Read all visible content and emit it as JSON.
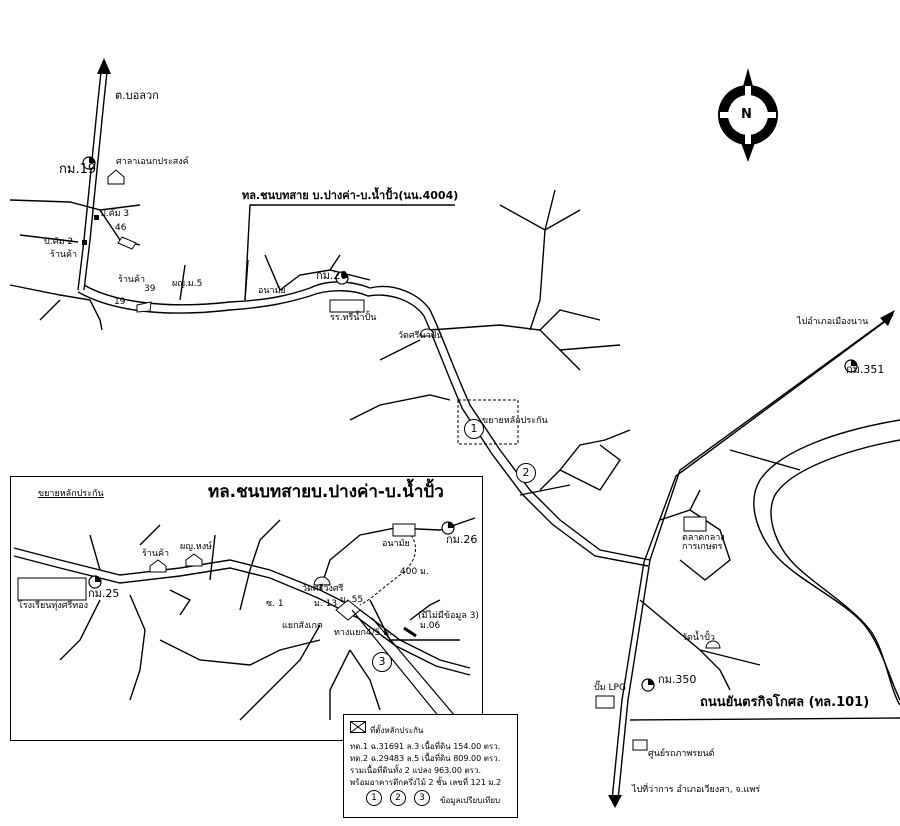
{
  "main_map": {
    "road_title": "ทล.ชนบทสาย บ.ปางค่า-บ.น้ำปั้ว(นน.4004)",
    "labels": {
      "bo_luak": "ต.บอลวก",
      "km19": "กม.19",
      "sala": "ศาลาเอนกประสงค์",
      "checkpoint3": "ป.คัม 3",
      "n46": "46",
      "checkpoint2": "ป.คัม 2",
      "shop1": "ร้านค้า",
      "shop2": "ร้านค้า",
      "n39": "39",
      "n19": "19",
      "pyb": "ผญ.ม.5",
      "health": "อนามัย",
      "km20": "กม.20",
      "school": "รร.ทรีน้ำปั้น",
      "temple": "วัดศรีนาปั้น",
      "expand": "ขยายหลักประกัน",
      "to_mueang_nan": "ไปอำเภอเมืองนาน",
      "km351": "กม.351",
      "market": "ตลาดกลาง การเกษตร",
      "temple2": "วัดน้ำปั้ว",
      "km350": "กม.350",
      "lpg": "ปั๊ม LPG",
      "highway": "ถนนยันตรกิจโกศล (ทล.101)",
      "garage": "ศูนย์รถภาพรยนต์",
      "to_wiang_sa": "ไปที่ว่าการ อำเภอเวียงสา, จ.แพร่"
    },
    "markers": [
      "1",
      "2"
    ],
    "compass": "N"
  },
  "inset": {
    "expand": "ขยายหลักประกัน",
    "title": "ทล.ชนบทสายบ.ปางค่า-บ.น้ำปั้ว",
    "labels": {
      "shop": "ร้านค้า",
      "pyb": "ผญ.หงษ์",
      "health": "อนามัย",
      "km26": "กม.26",
      "school": "โรงเรียนทุ่งศรีทอง",
      "km25": "กม.25",
      "temple": "วัดศรีวังศรี",
      "s1": "ซ. 1",
      "cross": "แยกสังเกต",
      "n13": "ม. 13",
      "n55": "ม. 55",
      "dist400": "400 ม.",
      "junction": "ทางแยก4/5 ม.",
      "mo06": "ม.06",
      "nodata": "(มีไม่มีข้อมูล 3)"
    },
    "marker": "3"
  },
  "legend": {
    "item_label": "ที่ตั้งหลักประกัน",
    "line1": "ทด.1 ฉ.31691 ล.3 เนื้อที่ดิน 154.00 ตรว.",
    "line2": "ทด.2 ฉ.29483 ล.5 เนื้อที่ดิน 809.00 ตรว.",
    "line3": "รวมเนื้อที่ดินทั้ง 2 แปลง 963.00 ตรว.",
    "line4": "พร้อมอาคารตึกครึ่งไม้ 2 ชั้น เลขที่ 121 ม.2",
    "markers": [
      "1",
      "2",
      "3"
    ],
    "compare": "ข้อมูลเปรียบเทียบ"
  }
}
